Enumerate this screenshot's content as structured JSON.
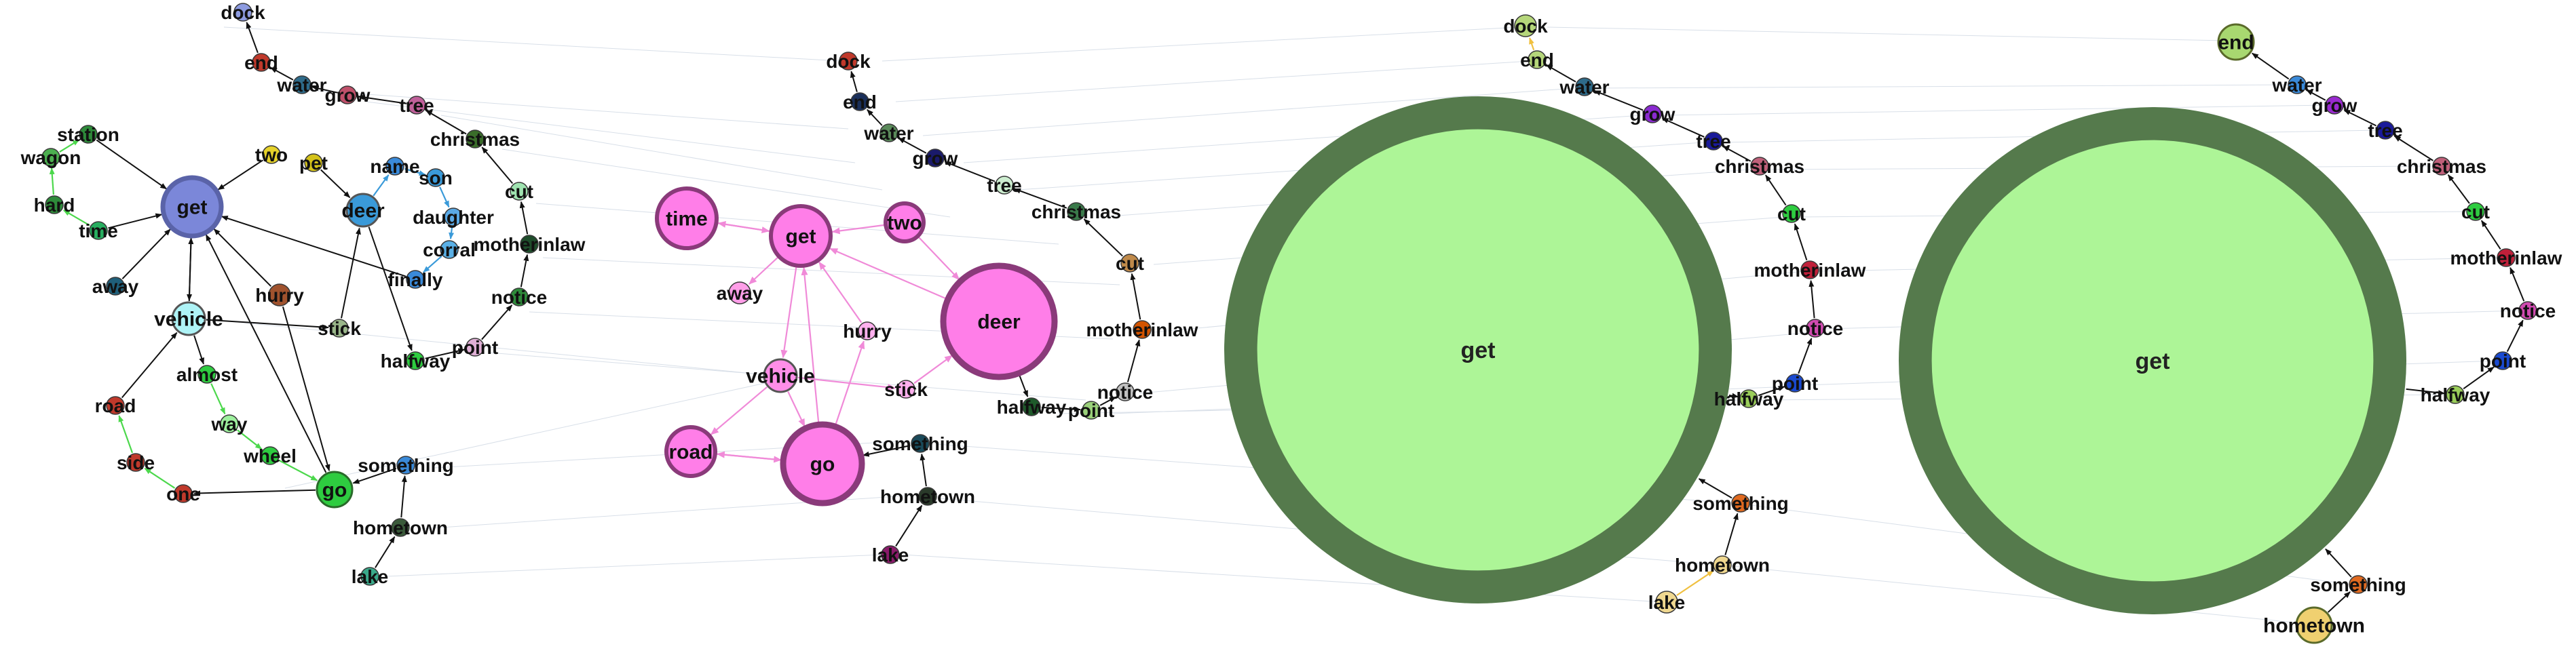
{
  "graph_data": {
    "panels": [
      {
        "id": "panel-1",
        "nodes": [
          {
            "id": "dock",
            "label": "dock",
            "color": "#8d9be0"
          },
          {
            "id": "end",
            "label": "end",
            "color": "#c0392b"
          },
          {
            "id": "water",
            "label": "water",
            "color": "#2e6b8a"
          },
          {
            "id": "grow",
            "label": "grow",
            "color": "#c0506a"
          },
          {
            "id": "tree",
            "label": "tree",
            "color": "#c0609a"
          },
          {
            "id": "christmas",
            "label": "christmas",
            "color": "#3a6d2a"
          },
          {
            "id": "cut",
            "label": "cut",
            "color": "#9fe3b0"
          },
          {
            "id": "motherinlaw",
            "label": "motherinlaw",
            "color": "#1e4d2b"
          },
          {
            "id": "notice",
            "label": "notice",
            "color": "#2e8b3a"
          },
          {
            "id": "point",
            "label": "point",
            "color": "#e0b0d6"
          },
          {
            "id": "halfway",
            "label": "halfway",
            "color": "#2ecc40"
          },
          {
            "id": "station",
            "label": "station",
            "color": "#2e8b3a"
          },
          {
            "id": "wagon",
            "label": "wagon",
            "color": "#4caf50"
          },
          {
            "id": "hard",
            "label": "hard",
            "color": "#2e8b3a"
          },
          {
            "id": "time",
            "label": "time",
            "color": "#27ae60"
          },
          {
            "id": "get",
            "label": "get",
            "color": "#7b87d9",
            "hub": true
          },
          {
            "id": "two",
            "label": "two",
            "color": "#e6d22a"
          },
          {
            "id": "pet",
            "label": "pet",
            "color": "#d4c21a"
          },
          {
            "id": "deer",
            "label": "deer",
            "color": "#3a9ad9"
          },
          {
            "id": "name",
            "label": "name",
            "color": "#3a8ad9"
          },
          {
            "id": "son",
            "label": "son",
            "color": "#3a9ad9"
          },
          {
            "id": "daughter",
            "label": "daughter",
            "color": "#5aa9e6"
          },
          {
            "id": "corral",
            "label": "corral",
            "color": "#5ab0e6"
          },
          {
            "id": "finally",
            "label": "finally",
            "color": "#3a8ad9"
          },
          {
            "id": "away",
            "label": "away",
            "color": "#1f5f7a"
          },
          {
            "id": "vehicle",
            "label": "vehicle",
            "color": "#aef3f6"
          },
          {
            "id": "hurry",
            "label": "hurry",
            "color": "#a0522d"
          },
          {
            "id": "stick",
            "label": "stick",
            "color": "#9ab78a"
          },
          {
            "id": "almost",
            "label": "almost",
            "color": "#2ecc40"
          },
          {
            "id": "road",
            "label": "road",
            "color": "#c0392b"
          },
          {
            "id": "way",
            "label": "way",
            "color": "#9ef09e"
          },
          {
            "id": "wheel",
            "label": "wheel",
            "color": "#2ecc40"
          },
          {
            "id": "side",
            "label": "side",
            "color": "#c0392b"
          },
          {
            "id": "one",
            "label": "one",
            "color": "#c0392b"
          },
          {
            "id": "go",
            "label": "go",
            "color": "#2ecc40",
            "hub": true
          },
          {
            "id": "something",
            "label": "something",
            "color": "#3a8ad9"
          },
          {
            "id": "hometown",
            "label": "hometown",
            "color": "#3a5a3a"
          },
          {
            "id": "lake",
            "label": "lake",
            "color": "#3aa98a"
          }
        ]
      },
      {
        "id": "panel-2",
        "nodes": [
          {
            "id": "dock",
            "label": "dock",
            "color": "#c0392b"
          },
          {
            "id": "end",
            "label": "end",
            "color": "#1a2f5a"
          },
          {
            "id": "water",
            "label": "water",
            "color": "#5a8a5a"
          },
          {
            "id": "grow",
            "label": "grow",
            "color": "#1a1a6a"
          },
          {
            "id": "tree",
            "label": "tree",
            "color": "#cdeed0"
          },
          {
            "id": "christmas",
            "label": "christmas",
            "color": "#3a7a4a"
          },
          {
            "id": "cut",
            "label": "cut",
            "color": "#c08a4a"
          },
          {
            "id": "motherinlaw",
            "label": "motherinlaw",
            "color": "#d35400"
          },
          {
            "id": "notice",
            "label": "notice",
            "color": "#c0c0c0"
          },
          {
            "id": "point",
            "label": "point",
            "color": "#9ad07a"
          },
          {
            "id": "halfway",
            "label": "halfway",
            "color": "#1e5a2a"
          },
          {
            "id": "time",
            "label": "time",
            "color": "#ff7ee8",
            "hub": true
          },
          {
            "id": "get",
            "label": "get",
            "color": "#ff7ee8",
            "hub": true
          },
          {
            "id": "two",
            "label": "two",
            "color": "#ff7ee8",
            "hub": true
          },
          {
            "id": "away",
            "label": "away",
            "color": "#ff9ee8"
          },
          {
            "id": "deer",
            "label": "deer",
            "color": "#ff7ee8",
            "hub": true
          },
          {
            "id": "hurry",
            "label": "hurry",
            "color": "#ffb0ee"
          },
          {
            "id": "vehicle",
            "label": "vehicle",
            "color": "#ff8ee8"
          },
          {
            "id": "stick",
            "label": "stick",
            "color": "#ffb0ee"
          },
          {
            "id": "road",
            "label": "road",
            "color": "#ff7ee8",
            "hub": true
          },
          {
            "id": "go",
            "label": "go",
            "color": "#ff7ee8",
            "hub": true
          },
          {
            "id": "something",
            "label": "something",
            "color": "#1a4a5a"
          },
          {
            "id": "hometown",
            "label": "hometown",
            "color": "#2a3a2a"
          },
          {
            "id": "lake",
            "label": "lake",
            "color": "#8a1a6a"
          }
        ]
      },
      {
        "id": "panel-3",
        "nodes": [
          {
            "id": "dock",
            "label": "dock",
            "color": "#b5d67a"
          },
          {
            "id": "end",
            "label": "end",
            "color": "#b5d67a"
          },
          {
            "id": "water",
            "label": "water",
            "color": "#2e6b8a"
          },
          {
            "id": "grow",
            "label": "grow",
            "color": "#8a2ad0"
          },
          {
            "id": "tree",
            "label": "tree",
            "color": "#1a1a9a"
          },
          {
            "id": "christmas",
            "label": "christmas",
            "color": "#c0607a"
          },
          {
            "id": "cut",
            "label": "cut",
            "color": "#2ecc40"
          },
          {
            "id": "motherinlaw",
            "label": "motherinlaw",
            "color": "#c0203a"
          },
          {
            "id": "notice",
            "label": "notice",
            "color": "#d04ab0"
          },
          {
            "id": "point",
            "label": "point",
            "color": "#1a4ad0"
          },
          {
            "id": "halfway",
            "label": "halfway",
            "color": "#9acd5a"
          },
          {
            "id": "get",
            "label": "get",
            "color": "#adf597",
            "hub": true
          },
          {
            "id": "something",
            "label": "something",
            "color": "#e06a20"
          },
          {
            "id": "hometown",
            "label": "hometown",
            "color": "#f0d890"
          },
          {
            "id": "lake",
            "label": "lake",
            "color": "#f0d890"
          }
        ]
      },
      {
        "id": "panel-4",
        "nodes": [
          {
            "id": "end",
            "label": "end",
            "color": "#a8d870"
          },
          {
            "id": "water",
            "label": "water",
            "color": "#3a8ad9"
          },
          {
            "id": "grow",
            "label": "grow",
            "color": "#9a2ad0"
          },
          {
            "id": "tree",
            "label": "tree",
            "color": "#1a1a9a"
          },
          {
            "id": "christmas",
            "label": "christmas",
            "color": "#c0607a"
          },
          {
            "id": "cut",
            "label": "cut",
            "color": "#2ecc40"
          },
          {
            "id": "motherinlaw",
            "label": "motherinlaw",
            "color": "#c0203a"
          },
          {
            "id": "notice",
            "label": "notice",
            "color": "#d04ab0"
          },
          {
            "id": "point",
            "label": "point",
            "color": "#1a4ad0"
          },
          {
            "id": "halfway",
            "label": "halfway",
            "color": "#9acd5a"
          },
          {
            "id": "get",
            "label": "get",
            "color": "#adf597",
            "hub": true
          },
          {
            "id": "something",
            "label": "something",
            "color": "#e06a20"
          },
          {
            "id": "hometown",
            "label": "hometown",
            "color": "#f0d070"
          }
        ]
      }
    ],
    "colors": {
      "edge": "#111111",
      "edge_faint": "#d8dfe8",
      "hub_border_p1": "#5a63a8",
      "pink_edge": "#f08ad8",
      "pink_border": "#8a3a7a",
      "green_edge": "#4cd84c",
      "blue_edge": "#3a9ad9",
      "big_ring": "#557a4c",
      "big_fill": "#adf597",
      "yellow_edge": "#f0c040"
    }
  }
}
